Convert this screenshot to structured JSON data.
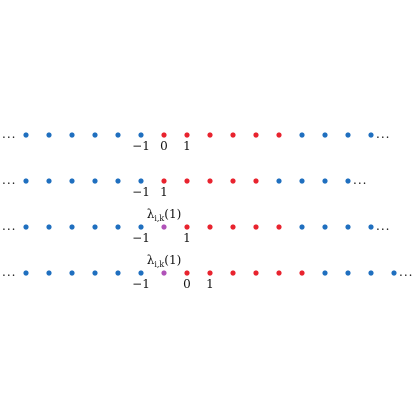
{
  "colors": {
    "blue": "#1f6fbf",
    "red": "#e8232e",
    "purple": "#b052b8"
  },
  "ellipsis": "...",
  "rows": [
    {
      "pattern": [
        "blue",
        "blue",
        "blue",
        "blue",
        "blue",
        "blue",
        "red",
        "red",
        "red",
        "red",
        "red",
        "red",
        "blue",
        "blue",
        "blue",
        "blue"
      ],
      "labels": [
        {
          "dot": 5,
          "text": "−1"
        },
        {
          "dot": 6,
          "text": "0"
        },
        {
          "dot": 7,
          "text": "1"
        }
      ],
      "top_label": null
    },
    {
      "pattern": [
        "blue",
        "blue",
        "blue",
        "blue",
        "blue",
        "blue",
        "red",
        "red",
        "red",
        "red",
        "red",
        "blue",
        "blue",
        "blue",
        "blue"
      ],
      "labels": [
        {
          "dot": 5,
          "text": "−1"
        },
        {
          "dot": 6,
          "text": "1"
        }
      ],
      "top_label": null
    },
    {
      "pattern": [
        "blue",
        "blue",
        "blue",
        "blue",
        "blue",
        "blue",
        "purple",
        "red",
        "red",
        "red",
        "red",
        "red",
        "blue",
        "blue",
        "blue",
        "blue"
      ],
      "labels": [
        {
          "dot": 5,
          "text": "−1"
        },
        {
          "dot": 7,
          "text": "1"
        }
      ],
      "top_label": {
        "dot": 6,
        "text": "λ",
        "sub": "i,k",
        "tail": "(1)"
      }
    },
    {
      "pattern": [
        "blue",
        "blue",
        "blue",
        "blue",
        "blue",
        "blue",
        "purple",
        "red",
        "red",
        "red",
        "red",
        "red",
        "red",
        "blue",
        "blue",
        "blue",
        "blue"
      ],
      "labels": [
        {
          "dot": 5,
          "text": "−1"
        },
        {
          "dot": 7,
          "text": "0"
        },
        {
          "dot": 8,
          "text": "1"
        }
      ],
      "top_label": {
        "dot": 6,
        "text": "λ",
        "sub": "i,k",
        "tail": "(1)"
      }
    }
  ]
}
